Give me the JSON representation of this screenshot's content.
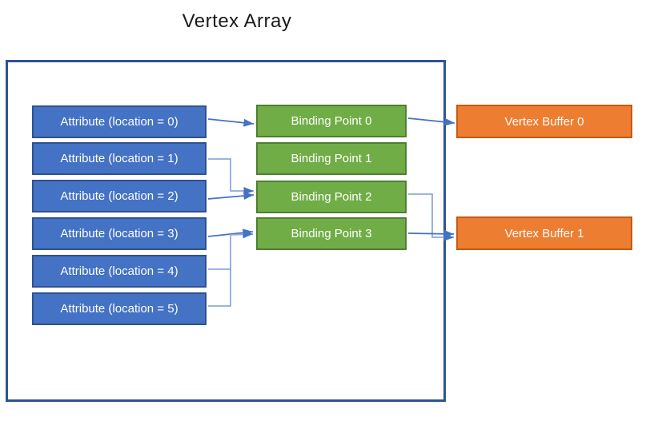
{
  "title": "Vertex Array",
  "colors": {
    "attribute_fill": "#4472C4",
    "attribute_border": "#2F528F",
    "binding_fill": "#70AD47",
    "binding_border": "#507E32",
    "buffer_fill": "#ED7D31",
    "buffer_border": "#C55A11",
    "container_border": "#2E5395",
    "connector": "#4472C4",
    "connector_light": "#8FAADC",
    "box_text": "#FFFFFF",
    "title_text": "#1A1A1A"
  },
  "attributes": [
    {
      "label": "Attribute (location = 0)"
    },
    {
      "label": "Attribute (location = 1)"
    },
    {
      "label": "Attribute (location = 2)"
    },
    {
      "label": "Attribute (location = 3)"
    },
    {
      "label": "Attribute (location = 4)"
    },
    {
      "label": "Attribute (location = 5)"
    }
  ],
  "binding_points": [
    {
      "label": "Binding Point 0"
    },
    {
      "label": "Binding Point 1"
    },
    {
      "label": "Binding Point 2"
    },
    {
      "label": "Binding Point 3"
    }
  ],
  "vertex_buffers": [
    {
      "label": "Vertex Buffer 0"
    },
    {
      "label": "Vertex Buffer 1"
    }
  ],
  "connections": [
    {
      "from": "Attribute (location = 0)",
      "to": "Binding Point 0"
    },
    {
      "from": "Attribute (location = 1)",
      "to": "Binding Point 2"
    },
    {
      "from": "Attribute (location = 2)",
      "to": "Binding Point 2"
    },
    {
      "from": "Attribute (location = 3)",
      "to": "Binding Point 3"
    },
    {
      "from": "Attribute (location = 4)",
      "to": "Binding Point 3"
    },
    {
      "from": "Attribute (location = 5)",
      "to": "Binding Point 3"
    },
    {
      "from": "Binding Point 0",
      "to": "Vertex Buffer 0"
    },
    {
      "from": "Binding Point 2",
      "to": "Vertex Buffer 1"
    },
    {
      "from": "Binding Point 3",
      "to": "Vertex Buffer 1"
    }
  ]
}
